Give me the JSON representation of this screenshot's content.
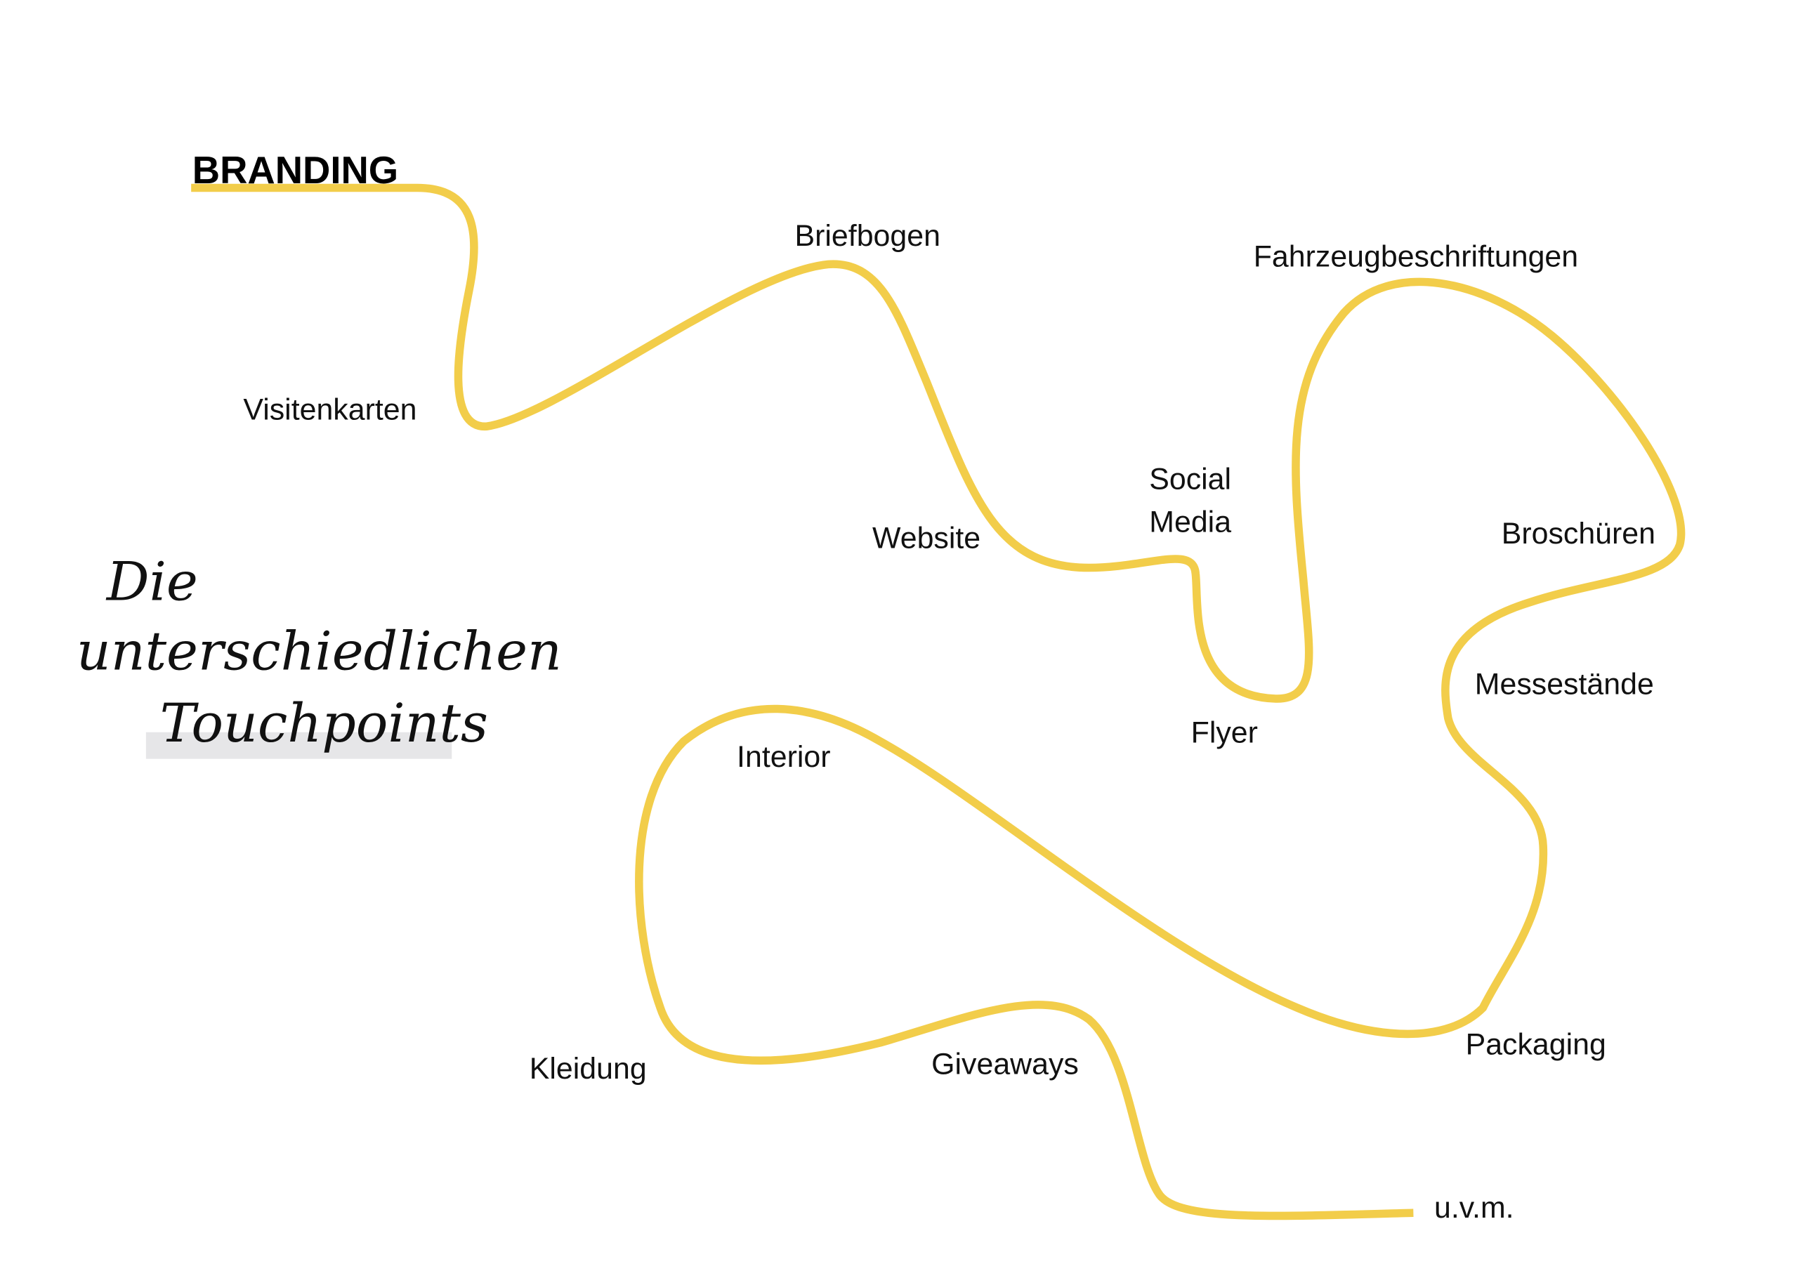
{
  "title": "BRANDING",
  "heading": [
    "Die",
    "unterschiedlichen",
    "Touchpoints"
  ],
  "touchpoints": {
    "visitenkarten": "Visitenkarten",
    "briefbogen": "Briefbogen",
    "website": "Website",
    "social_media_1": "Social",
    "social_media_2": "Media",
    "flyer": "Flyer",
    "fahrzeug": "Fahrzeugbeschriftungen",
    "broschueren": "Broschüren",
    "messestaende": "Messestände",
    "packaging": "Packaging",
    "interior": "Interior",
    "kleidung": "Kleidung",
    "giveaways": "Giveaways",
    "uvm": "u.v.m."
  },
  "colors": {
    "path": "#F2CD4A",
    "highlight": "#E6E6E8",
    "text": "#111111"
  }
}
